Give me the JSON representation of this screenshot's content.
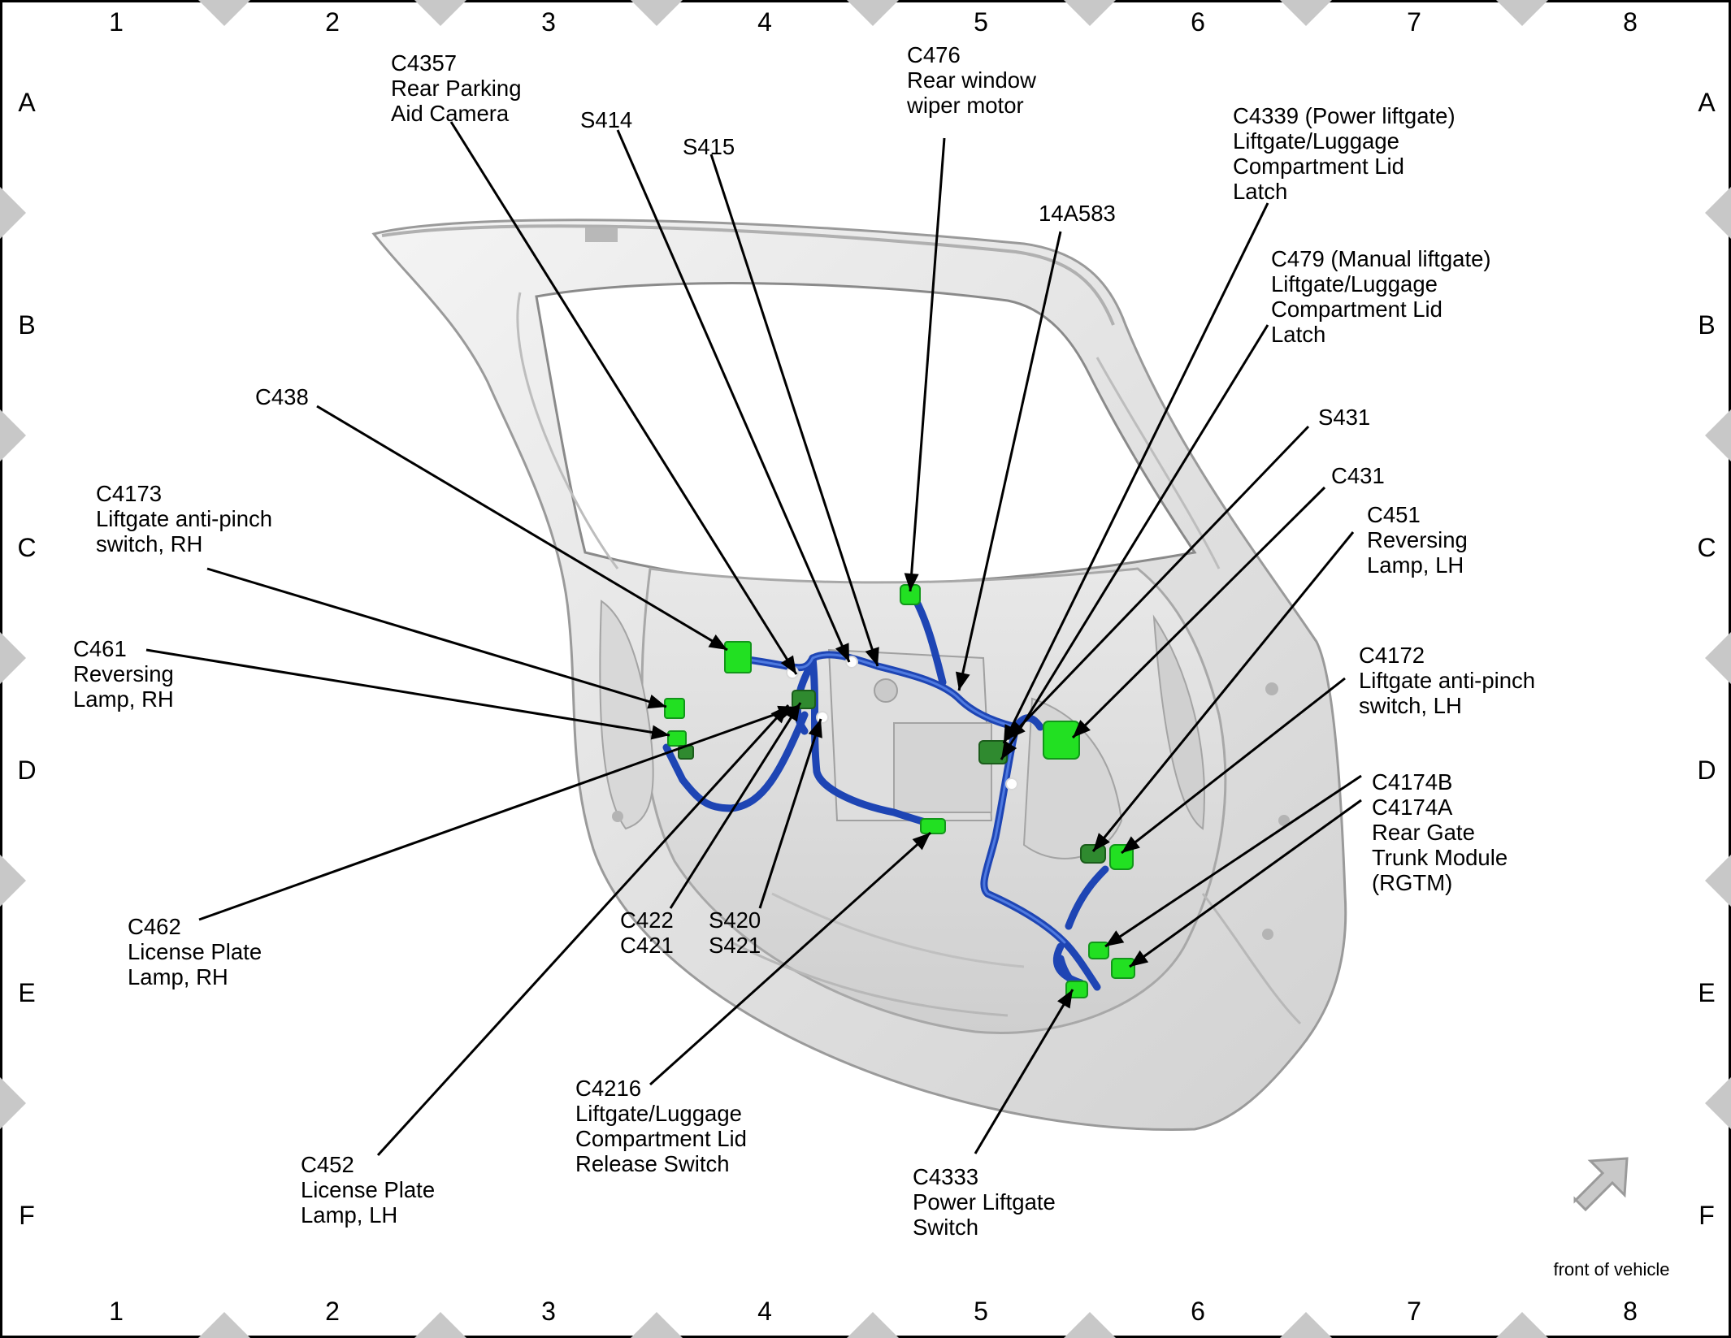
{
  "grid": {
    "columns": [
      "1",
      "2",
      "3",
      "4",
      "5",
      "6",
      "7",
      "8"
    ],
    "rows": [
      "A",
      "B",
      "C",
      "D",
      "E",
      "F"
    ]
  },
  "callouts": [
    {
      "id": "c4357",
      "lines": [
        "C4357",
        "Rear Parking",
        "Aid Camera"
      ]
    },
    {
      "id": "s414",
      "lines": [
        "S414"
      ]
    },
    {
      "id": "s415",
      "lines": [
        "S415"
      ]
    },
    {
      "id": "c476",
      "lines": [
        "C476",
        "Rear window",
        "wiper motor"
      ]
    },
    {
      "id": "c4339",
      "lines": [
        "C4339 (Power liftgate)",
        "Liftgate/Luggage",
        "Compartment Lid",
        "Latch"
      ]
    },
    {
      "id": "14a583",
      "lines": [
        "14A583"
      ]
    },
    {
      "id": "c479",
      "lines": [
        "C479 (Manual liftgate)",
        "Liftgate/Luggage",
        "Compartment Lid",
        "Latch"
      ]
    },
    {
      "id": "c438",
      "lines": [
        "C438"
      ]
    },
    {
      "id": "s431",
      "lines": [
        "S431"
      ]
    },
    {
      "id": "c431",
      "lines": [
        "C431"
      ]
    },
    {
      "id": "c4173",
      "lines": [
        "C4173",
        "Liftgate anti-pinch",
        "switch, RH"
      ]
    },
    {
      "id": "c451",
      "lines": [
        "C451",
        "Reversing",
        "Lamp, LH"
      ]
    },
    {
      "id": "c461",
      "lines": [
        "C461",
        "Reversing",
        "Lamp, RH"
      ]
    },
    {
      "id": "c4172",
      "lines": [
        "C4172",
        "Liftgate anti-pinch",
        "switch, LH"
      ]
    },
    {
      "id": "c4174",
      "lines": [
        "C4174B",
        "C4174A",
        "Rear Gate",
        "Trunk Module",
        "(RGTM)"
      ]
    },
    {
      "id": "c462",
      "lines": [
        "C462",
        "License Plate",
        "Lamp, RH"
      ]
    },
    {
      "id": "c422",
      "lines": [
        "C422",
        "C421"
      ]
    },
    {
      "id": "s420",
      "lines": [
        "S420",
        "S421"
      ]
    },
    {
      "id": "c4216",
      "lines": [
        "C4216",
        "Liftgate/Luggage",
        "Compartment Lid",
        "Release Switch"
      ]
    },
    {
      "id": "c452",
      "lines": [
        "C452",
        "License Plate",
        "Lamp, LH"
      ]
    },
    {
      "id": "c4333",
      "lines": [
        "C4333",
        "Power Liftgate",
        "Switch"
      ]
    }
  ],
  "orientation_note": "front of vehicle",
  "colors": {
    "harness": "#1e45b4",
    "connector": "#22e022",
    "panel": "#e8e8e8",
    "frame_marker": "#c8c8c8"
  }
}
